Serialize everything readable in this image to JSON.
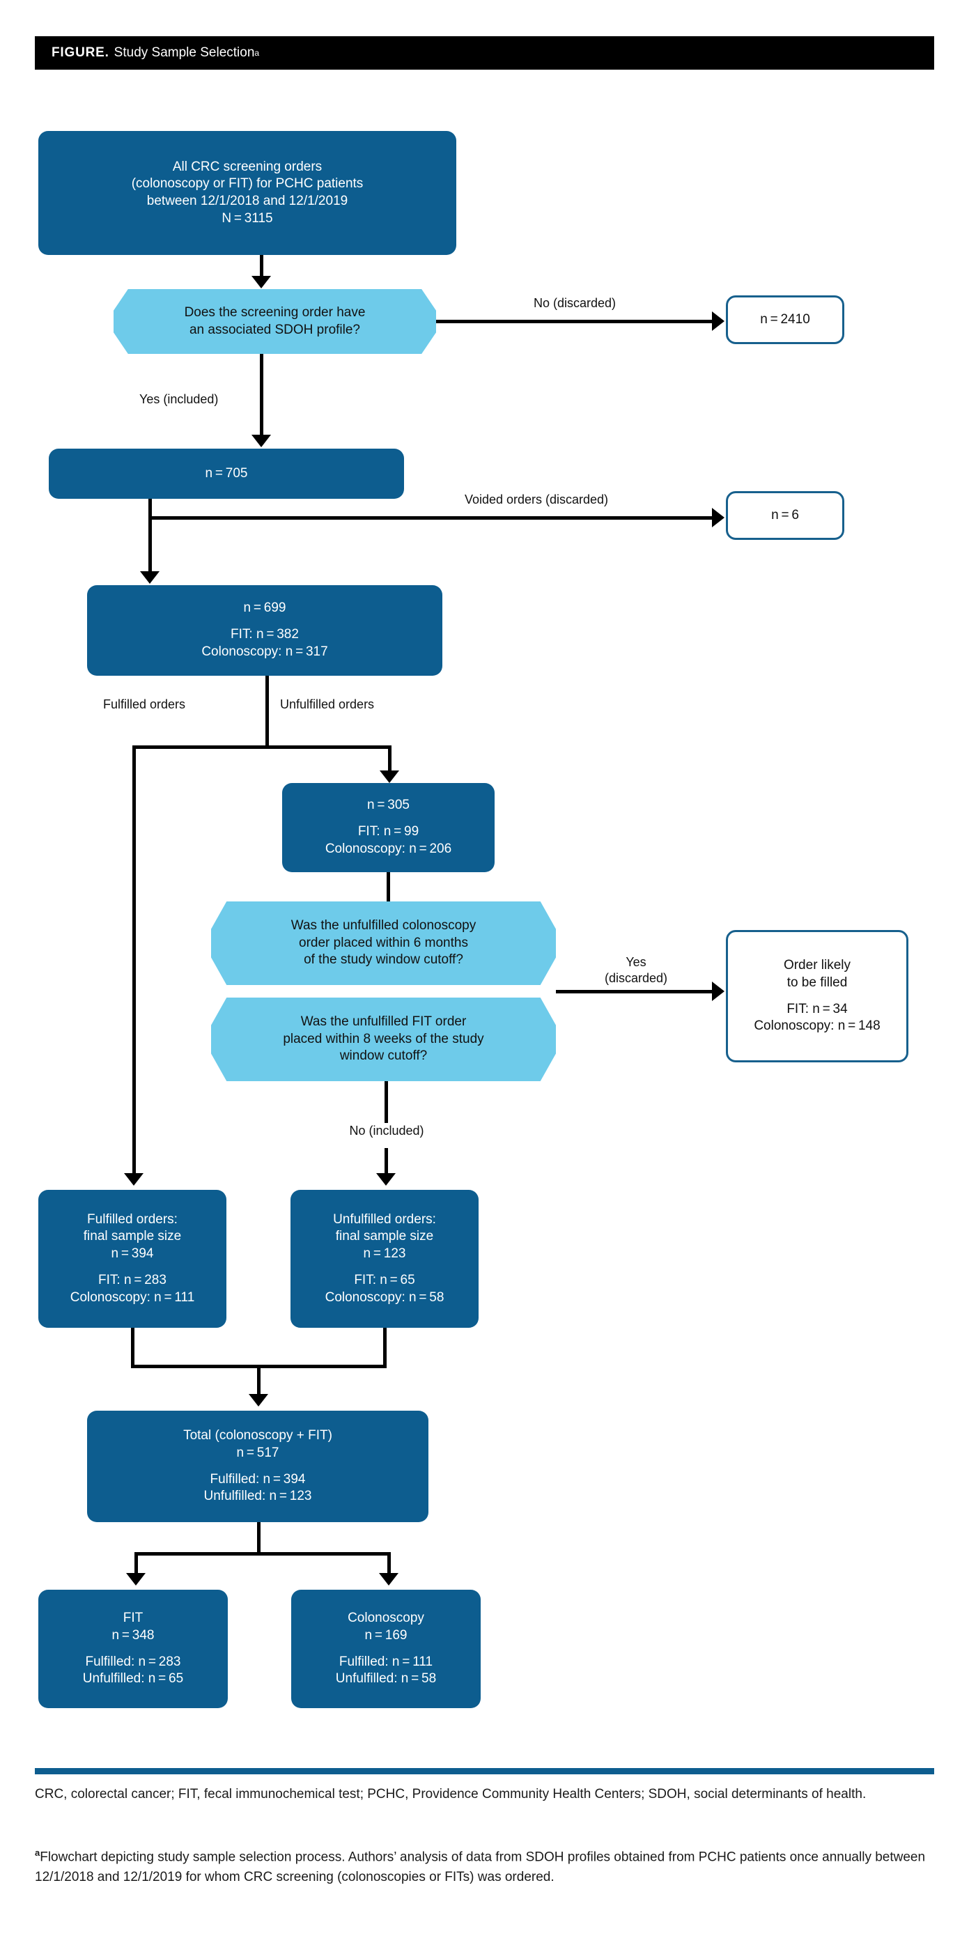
{
  "figure": {
    "label": "FIGURE.",
    "title": "Study Sample Selection",
    "title_superscript": "a"
  },
  "colors": {
    "solid_node_fill": "#0d5d8f",
    "decision_node_fill": "#6ecbea",
    "outline_node_border": "#17608d",
    "banner_background": "#000000",
    "footer_rule": "#0d5d8f",
    "connector": "#000000",
    "solid_node_text": "#ffffff",
    "decision_node_text": "#111111"
  },
  "nodes": {
    "all_orders": {
      "line1": "All CRC screening orders",
      "line2": "(colonoscopy or FIT) for PCHC patients",
      "line3": "between 12/1/2018 and 12/1/2019",
      "line4": "N = 3115"
    },
    "sdoh_decision": {
      "line1": "Does the screening order have",
      "line2": "an associated SDOH profile?"
    },
    "discarded_no_sdoh": {
      "line1": "n = 2410"
    },
    "n705": {
      "line1": "n = 705"
    },
    "voided_discarded": {
      "line1": "n = 6"
    },
    "n699": {
      "line1": "n = 699",
      "line2": "FIT: n = 382",
      "line3": "Colonoscopy: n = 317"
    },
    "n305_unfulfilled": {
      "line1": "n = 305",
      "line2": "FIT: n = 99",
      "line3": "Colonoscopy: n = 206"
    },
    "colonoscopy_window_decision": {
      "line1": "Was the unfulfilled colonoscopy",
      "line2": "order placed within 6 months",
      "line3": "of the study window cutoff?"
    },
    "fit_window_decision": {
      "line1": "Was the unfulfilled FIT order",
      "line2": "placed within 8 weeks of the study",
      "line3": "window cutoff?"
    },
    "order_likely_filled": {
      "line1": "Order likely",
      "line2": "to be filled",
      "line3": "FIT: n = 34",
      "line4": "Colonoscopy: n = 148"
    },
    "fulfilled_final": {
      "line1": "Fulfilled orders:",
      "line2": "final sample size",
      "line3": "n = 394",
      "line4": "FIT: n = 283",
      "line5": "Colonoscopy: n = 111"
    },
    "unfulfilled_final": {
      "line1": "Unfulfilled orders:",
      "line2": "final sample size",
      "line3": "n = 123",
      "line4": "FIT: n = 65",
      "line5": "Colonoscopy: n = 58"
    },
    "total": {
      "line1": "Total (colonoscopy + FIT)",
      "line2": "n = 517",
      "line3": "Fulfilled: n = 394",
      "line4": "Unfulfilled: n = 123"
    },
    "fit_total": {
      "line1": "FIT",
      "line2": "n = 348",
      "line3": "Fulfilled: n = 283",
      "line4": "Unfulfilled: n = 65"
    },
    "colonoscopy_total": {
      "line1": "Colonoscopy",
      "line2": "n = 169",
      "line3": "Fulfilled: n = 111",
      "line4": "Unfulfilled: n = 58"
    }
  },
  "edge_labels": {
    "no_discarded": "No (discarded)",
    "yes_included": "Yes (included)",
    "voided_orders_discarded": "Voided orders (discarded)",
    "fulfilled_orders": "Fulfilled orders",
    "unfulfilled_orders": "Unfulfilled orders",
    "yes_discarded": "Yes\n(discarded)",
    "no_included": "No (included)"
  },
  "footer": {
    "abbreviations": "CRC, colorectal cancer; FIT, fecal immunochemical test; PCHC, Providence Community Health Centers; SDOH, social determinants of health.",
    "note_superscript": "a",
    "note": "Flowchart depicting study sample selection process. Authors’ analysis of data from SDOH profiles obtained from PCHC patients once annually between 12/1/2018 and 12/1/2019 for whom CRC screening (colonoscopies or FITs) was ordered."
  }
}
